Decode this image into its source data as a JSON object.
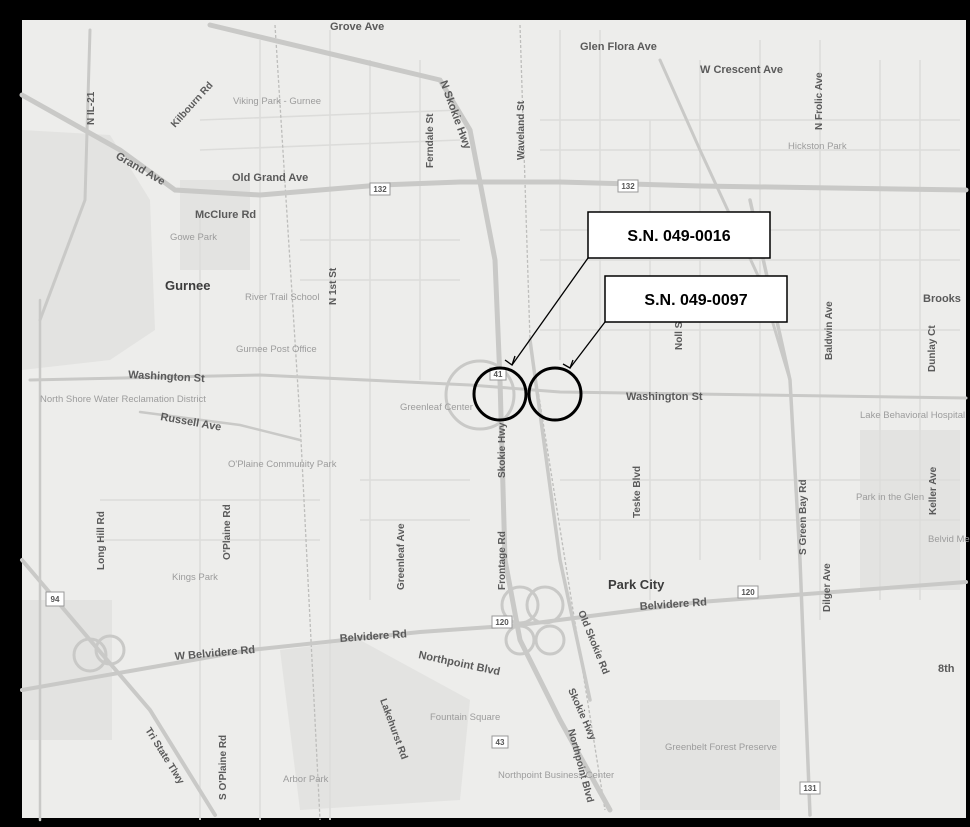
{
  "colors": {
    "frame": "#000000",
    "land": "#ededeb",
    "road_major": "#c9c9c7",
    "road_minor": "#dadad8",
    "rail": "#b8b8b6",
    "marker": "#000000"
  },
  "callouts": [
    {
      "label": "S.N. 049-0016"
    },
    {
      "label": "S.N. 049-0097"
    }
  ],
  "towns": [
    "Gurnee",
    "Park City"
  ],
  "roads": {
    "grove": "Grove Ave",
    "glen_flora": "Glen Flora Ave",
    "w_crescent": "W Crescent Ave",
    "n_il21": "N IL-21",
    "kilbourn": "Kilbourn Rd",
    "grand": "Grand Ave",
    "old_grand": "Old Grand Ave",
    "mcclure": "McClure Rd",
    "ferndale": "Ferndale St",
    "n_skokie": "N Skokie Hwy",
    "waveland": "Waveland St",
    "n_frolic": "N Frolic Ave",
    "n_1st": "N 1st St",
    "washington_w": "Washington St",
    "washington_e": "Washington St",
    "russell": "Russell Ave",
    "skokie_hwy": "Skokie Hwy",
    "noll": "Noll St",
    "baldwin": "Baldwin Ave",
    "brooks": "Brooks",
    "dunlay": "Dunlay Ct",
    "long_hill": "Long Hill Rd",
    "oplaine": "O'Plaine Rd",
    "greenleaf": "Greenleaf Ave",
    "frontage": "Frontage Rd",
    "teske": "Teske Blvd",
    "s_green_bay": "S Green Bay Rd",
    "dilger": "Dilger Ave",
    "keller": "Keller Ave",
    "belvidere_e": "Belvidere Rd",
    "old_skokie": "Old Skokie Rd",
    "w_belvidere": "W Belvidere Rd",
    "belvidere_mid": "Belvidere Rd",
    "northpoint": "Northpoint Blvd",
    "lakehurst": "Lakehurst Rd",
    "s_oplaine": "S O'Plaine Rd",
    "tri_state": "Tri State Tlwy",
    "skokie_hwy_s": "Skokie Hwy",
    "northpoint_s": "Northpoint Blvd",
    "eighth": "8th"
  },
  "places": {
    "viking_park": "Viking Park - Gurnee",
    "hickston": "Hickston Park",
    "gowe": "Gowe Park",
    "river_trail": "River Trail School",
    "post_office": "Gurnee Post Office",
    "north_shore": "North Shore Water Reclamation District",
    "greenleaf_center": "Greenleaf Center",
    "lake_hospital": "Lake Behavioral Hospital",
    "oplaine_park": "O'Plaine Community Park",
    "park_glen": "Park in the Glen",
    "belvid_medical": "Belvid Medi Build",
    "kings_park": "Kings Park",
    "fountain_square": "Fountain Square",
    "northpoint_center": "Northpoint Business Center",
    "greenbelt": "Greenbelt Forest Preserve",
    "arbor_park": "Arbor Park"
  },
  "shields": [
    "132",
    "132",
    "41",
    "120",
    "120",
    "94",
    "43",
    "131"
  ]
}
